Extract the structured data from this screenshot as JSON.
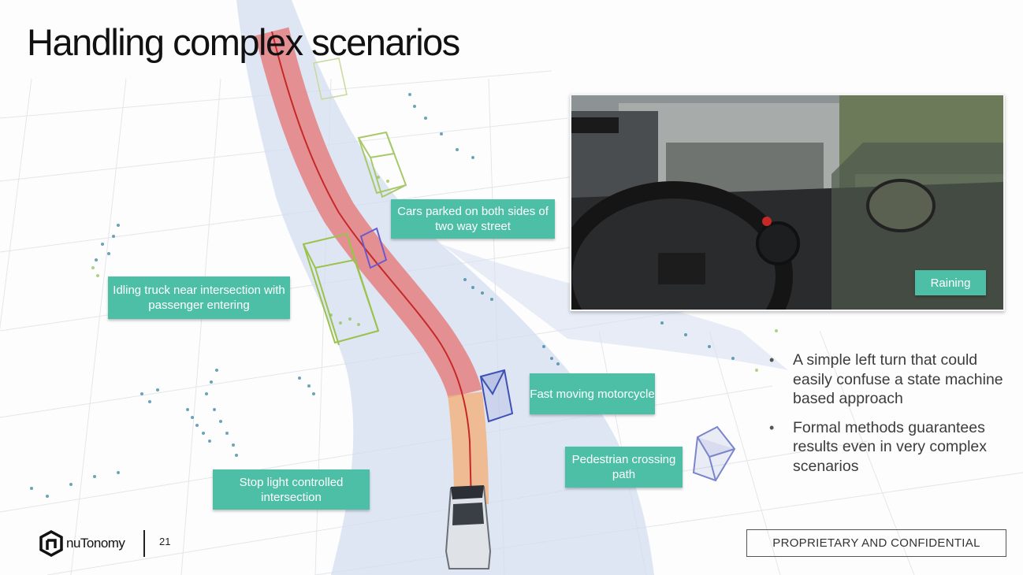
{
  "slide": {
    "title": "Handling complex scenarios",
    "page_number": "21",
    "footer_notice": "PROPRIETARY AND CONFIDENTIAL"
  },
  "logo": {
    "text": "nuTonomy"
  },
  "labels": {
    "cars_parked": "Cars parked on both sides of two way street",
    "idling_truck": "Idling truck near intersection with passenger entering",
    "fast_motorcycle": "Fast moving motorcycle",
    "pedestrian": "Pedestrian crossing path",
    "stop_light": "Stop light controlled intersection",
    "raining": "Raining"
  },
  "bullets": [
    "A simple left turn that could easily confuse a state machine based approach",
    "Formal methods guarantees results even in very complex scenarios"
  ],
  "colors": {
    "label_bg": "#4dbfa6",
    "route_red": "#e57373",
    "route_orange": "#f3b07a",
    "road_blue": "#d3ddf0"
  }
}
